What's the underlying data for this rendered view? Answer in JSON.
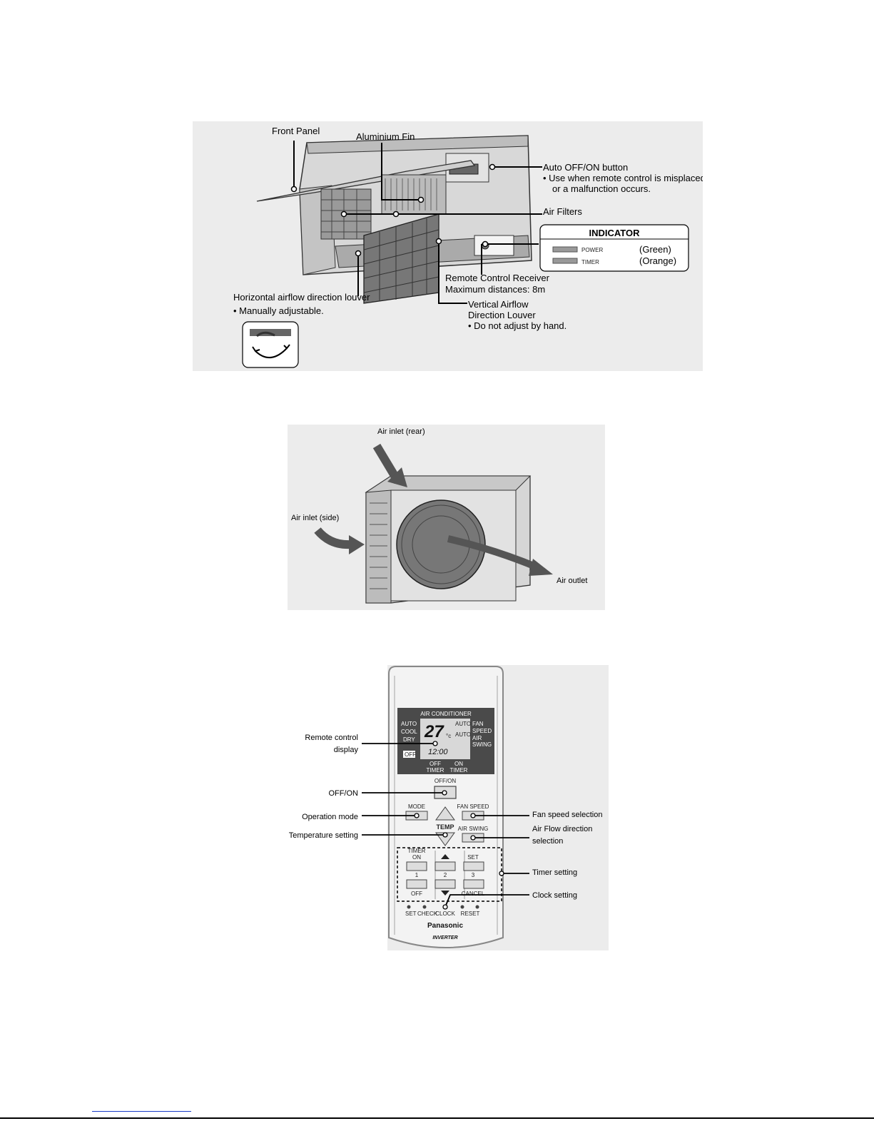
{
  "indoor_unit": {
    "front_panel": "Front Panel",
    "aluminium_fin": "Aluminium Fin",
    "auto_button": "Auto OFF/ON button",
    "auto_note_1": "• Use when remote control is misplaced",
    "auto_note_2": "or a malfunction occurs.",
    "air_filters": "Air Filters",
    "indicator_title": "INDICATOR",
    "indicator_power": "POWER",
    "indicator_power_color": "(Green)",
    "indicator_timer": "TIMER",
    "indicator_timer_color": "(Orange)",
    "receiver": "Remote Control Receiver",
    "receiver_note": "Maximum distances: 8m",
    "horizontal_louver": "Horizontal airflow direction louver",
    "horizontal_note": "• Manually adjustable.",
    "vertical_louver_1": "Vertical Airflow",
    "vertical_louver_2": "Direction Louver",
    "vertical_note": "• Do not adjust by hand."
  },
  "outdoor_unit": {
    "inlet_rear": "Air inlet (rear)",
    "inlet_side": "Air inlet (side)",
    "outlet": "Air outlet"
  },
  "remote": {
    "labels": {
      "display_1": "Remote control",
      "display_2": "display",
      "off_on": "OFF/ON",
      "operation_mode": "Operation mode",
      "temperature": "Temperature setting",
      "fan_speed": "Fan speed selection",
      "air_flow_1": "Air Flow direction",
      "air_flow_2": "selection",
      "timer_setting": "Timer setting",
      "clock_setting": "Clock setting"
    },
    "screen": {
      "header": "AIR CONDITIONER",
      "modes": [
        "AUTO",
        "COOL",
        "DRY"
      ],
      "temperature": "27",
      "unit": "°c",
      "auto_top": "AUTO",
      "auto_mid": "AUTO",
      "fan": "FAN",
      "speed": "SPEED",
      "air": "AIR",
      "swing": "SWING",
      "time": "12:00",
      "off_badge": "OFF",
      "off_timer_1": "OFF",
      "off_timer_2": "TIMER",
      "on_timer_1": "ON",
      "on_timer_2": "TIMER"
    },
    "buttons": {
      "off_on": "OFF/ON",
      "mode": "MODE",
      "temp": "TEMP",
      "fan_speed": "FAN SPEED",
      "air_swing": "AIR SWING",
      "timer": "TIMER",
      "on": "ON",
      "off": "OFF",
      "one": "1",
      "two": "2",
      "three": "3",
      "set": "SET",
      "cancel": "CANCEL",
      "set_check": "SET",
      "check": "CHECK",
      "clock": "CLOCK",
      "reset": "RESET"
    },
    "brand": "Panasonic",
    "inverter": "INVERTER"
  }
}
